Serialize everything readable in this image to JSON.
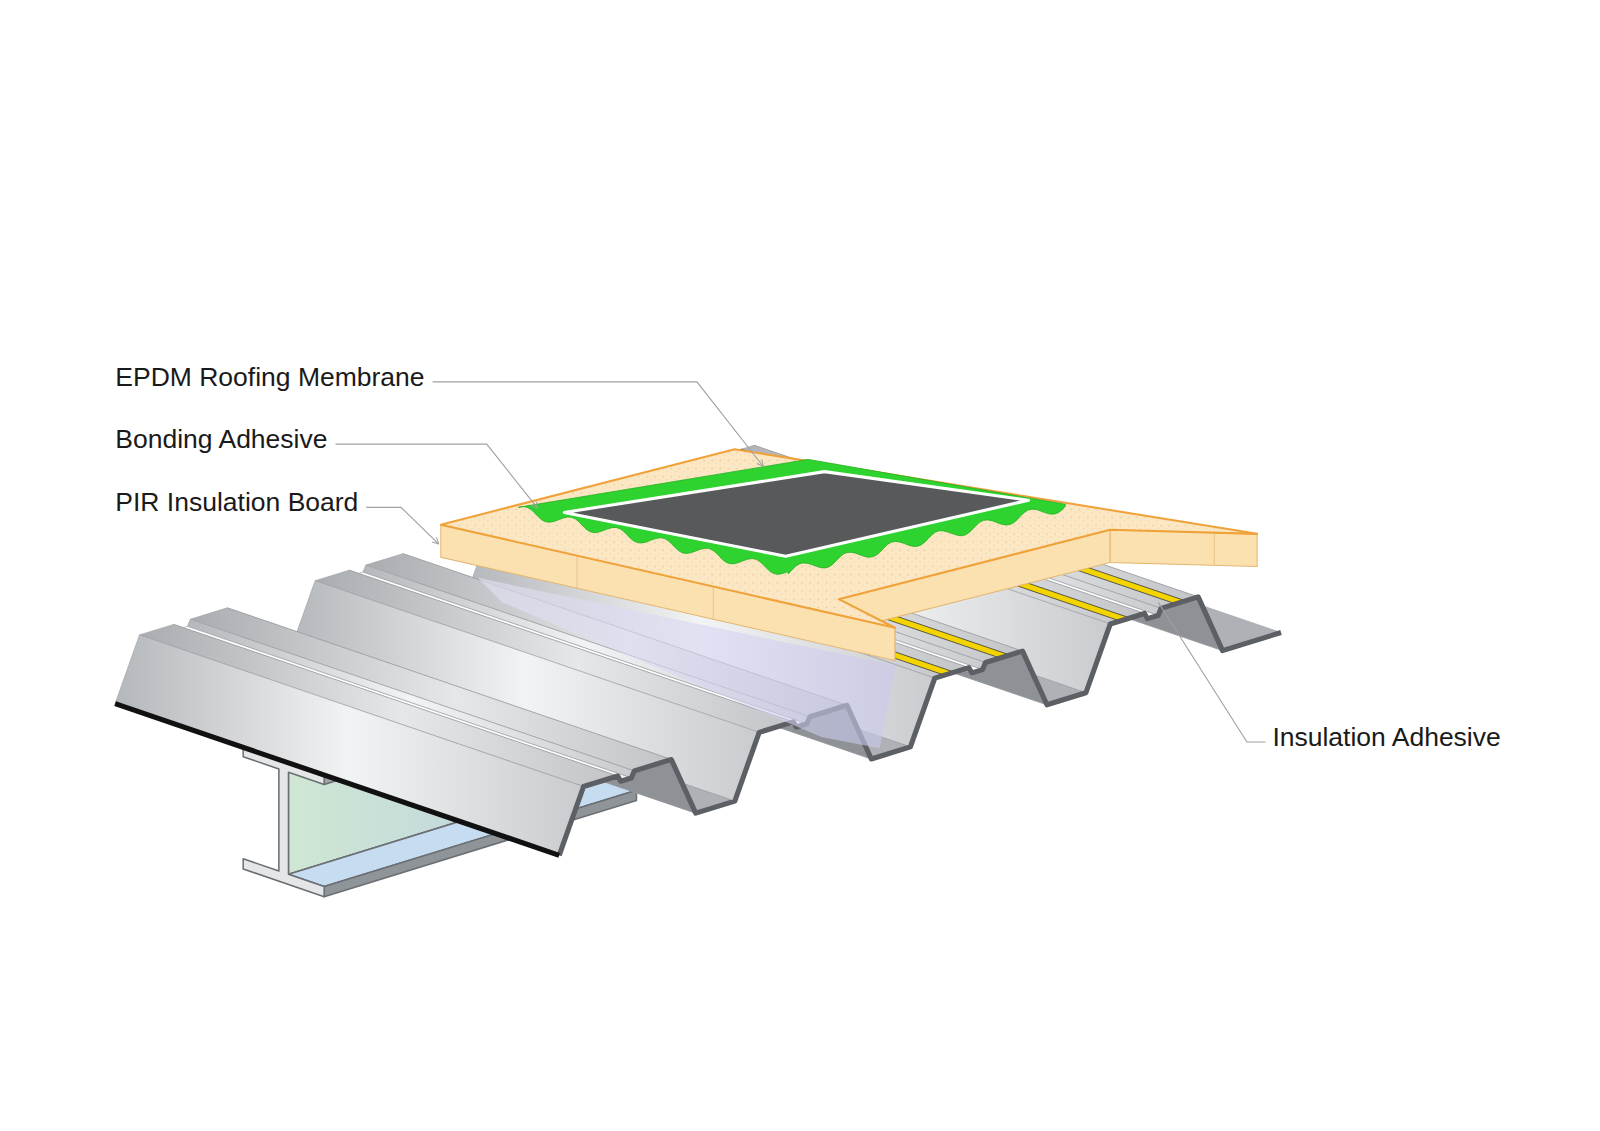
{
  "diagram": {
    "labels": [
      "EPDM Roofing Membrane",
      "Bonding Adhesive",
      "PIR Insulation Board",
      "Insulation Adhesive"
    ]
  }
}
